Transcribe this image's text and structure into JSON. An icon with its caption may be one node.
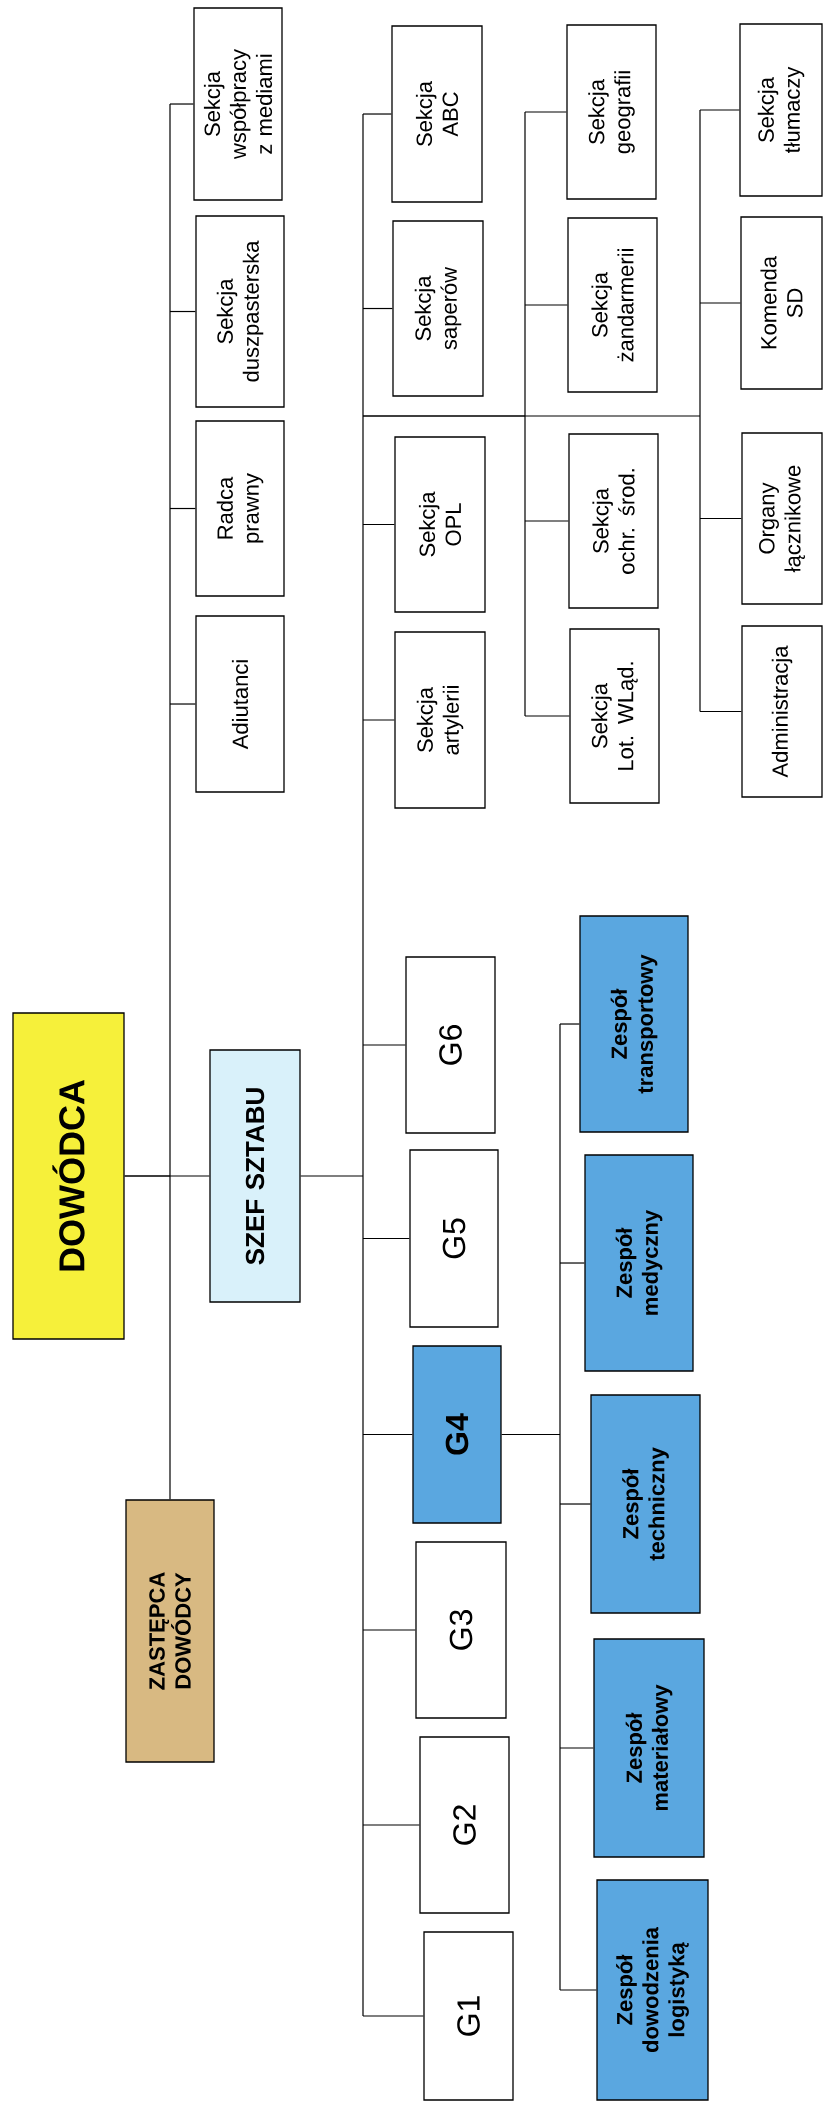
{
  "diagram": {
    "nodes": [
      {
        "text": [
          "DOWÓDCA"
        ]
      },
      {
        "text": [
          "ZASTĘPCA DOWÓDCY"
        ]
      },
      {
        "text": [
          "SZEF SZTABU"
        ]
      },
      {
        "text": [
          "Adiutanci"
        ]
      },
      {
        "text": [
          "Radca prawny"
        ]
      },
      {
        "text": [
          "Sekcja duszpasterska"
        ]
      },
      {
        "text": [
          "Sekcja współpracy z mediami"
        ]
      },
      {
        "text": [
          "G1"
        ]
      },
      {
        "text": [
          "G2"
        ]
      },
      {
        "text": [
          "G3"
        ]
      },
      {
        "text": [
          "G4"
        ]
      },
      {
        "text": [
          "G5"
        ]
      },
      {
        "text": [
          "G6"
        ]
      },
      {
        "text": [
          "Sekcja artylerii"
        ]
      },
      {
        "text": [
          "Sekcja OPL"
        ]
      },
      {
        "text": [
          "Sekcja saperów"
        ]
      },
      {
        "text": [
          "Sekcja ABC"
        ]
      },
      {
        "text": [
          "Sekcja Lot. WLąd."
        ]
      },
      {
        "text": [
          "Sekcja ochr. środ."
        ]
      },
      {
        "text": [
          "Sekcja żandarmerii"
        ]
      },
      {
        "text": [
          "Sekcja geografii"
        ]
      },
      {
        "text": [
          "Administracja"
        ]
      },
      {
        "text": [
          "Organy łącznikowe"
        ]
      },
      {
        "text": [
          "Komenda SD"
        ]
      },
      {
        "text": [
          "Sekcja tłumaczy"
        ]
      },
      {
        "text": [
          "Zespół dowodzenia logistyką"
        ]
      },
      {
        "text": [
          "Zespół materiałowy"
        ]
      },
      {
        "text": [
          "Zespół techniczny"
        ]
      },
      {
        "text": [
          "Zespół medyczny"
        ]
      },
      {
        "text": [
          "Zespół transportowy"
        ]
      }
    ],
    "edges": [
      {
        "from": 0,
        "to": 1,
        "arrow": "none"
      },
      {
        "from": 0,
        "to": 2,
        "arrow": "none"
      },
      {
        "from": 0,
        "to": 3,
        "arrow": "none"
      },
      {
        "from": 0,
        "to": 4,
        "arrow": "none"
      },
      {
        "from": 0,
        "to": 5,
        "arrow": "none"
      },
      {
        "from": 0,
        "to": 6,
        "arrow": "none"
      },
      {
        "from": 2,
        "to": 7,
        "arrow": "none"
      },
      {
        "from": 2,
        "to": 8,
        "arrow": "none"
      },
      {
        "from": 2,
        "to": 9,
        "arrow": "none"
      },
      {
        "from": 2,
        "to": 10,
        "arrow": "none"
      },
      {
        "from": 2,
        "to": 11,
        "arrow": "none"
      },
      {
        "from": 2,
        "to": 12,
        "arrow": "none"
      },
      {
        "from": 2,
        "to": 13,
        "arrow": "none"
      },
      {
        "from": 2,
        "to": 14,
        "arrow": "none"
      },
      {
        "from": 2,
        "to": 15,
        "arrow": "none"
      },
      {
        "from": 2,
        "to": 16,
        "arrow": "none"
      },
      {
        "from": 2,
        "to": 17,
        "arrow": "none"
      },
      {
        "from": 2,
        "to": 18,
        "arrow": "none"
      },
      {
        "from": 2,
        "to": 19,
        "arrow": "none"
      },
      {
        "from": 2,
        "to": 20,
        "arrow": "none"
      },
      {
        "from": 2,
        "to": 21,
        "arrow": "none"
      },
      {
        "from": 2,
        "to": 22,
        "arrow": "none"
      },
      {
        "from": 2,
        "to": 23,
        "arrow": "none"
      },
      {
        "from": 2,
        "to": 24,
        "arrow": "none"
      },
      {
        "from": 10,
        "to": 25,
        "arrow": "none"
      },
      {
        "from": 10,
        "to": 26,
        "arrow": "none"
      },
      {
        "from": 10,
        "to": 27,
        "arrow": "none"
      },
      {
        "from": 10,
        "to": 28,
        "arrow": "none"
      },
      {
        "from": 10,
        "to": 29,
        "arrow": "none"
      }
    ]
  }
}
